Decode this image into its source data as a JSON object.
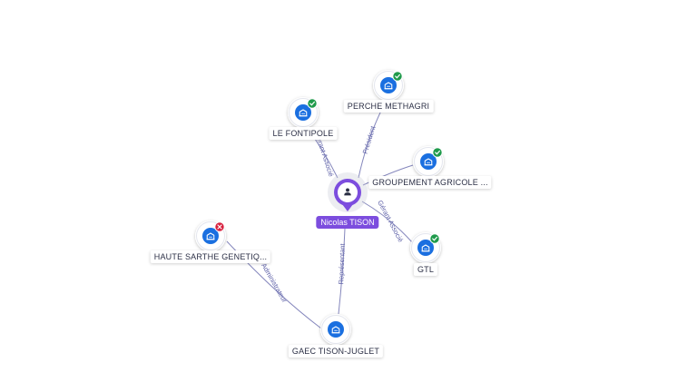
{
  "colors": {
    "person": "#7c4dde",
    "company": "#1a6fe0",
    "edge": "#5b5ea6",
    "active": "#1f9a4b",
    "inactive": "#d8213f"
  },
  "center": {
    "id": "p",
    "label": "Nicolas TISON",
    "icon": "user-icon"
  },
  "nodes": [
    {
      "id": "fontipole",
      "label": "LE FONTIPOLE",
      "icon": "building-icon",
      "status": "active"
    },
    {
      "id": "methagri",
      "label": "PERCHE METHAGRI",
      "icon": "building-icon",
      "status": "active"
    },
    {
      "id": "groupement",
      "label": "GROUPEMENT AGRICOLE ...",
      "icon": "building-icon",
      "status": "active"
    },
    {
      "id": "gtl",
      "label": "GTL",
      "icon": "building-icon",
      "status": "active"
    },
    {
      "id": "haute",
      "label": "HAUTE SARTHE GENETIQ...",
      "icon": "building-icon",
      "status": "inactive"
    },
    {
      "id": "gaec",
      "label": "GAEC TISON-JUGLET",
      "icon": "building-icon",
      "status": "none"
    }
  ],
  "edges": [
    {
      "from": "p",
      "to": "fontipole",
      "label": "Gérant Associé"
    },
    {
      "from": "p",
      "to": "methagri",
      "label": "Président"
    },
    {
      "from": "p",
      "to": "groupement",
      "label": ""
    },
    {
      "from": "p",
      "to": "gtl",
      "label": "Gérant Associé"
    },
    {
      "from": "p",
      "to": "gaec",
      "label": "Représentant"
    },
    {
      "from": "gaec",
      "to": "haute",
      "label": "Administrateur"
    }
  ]
}
